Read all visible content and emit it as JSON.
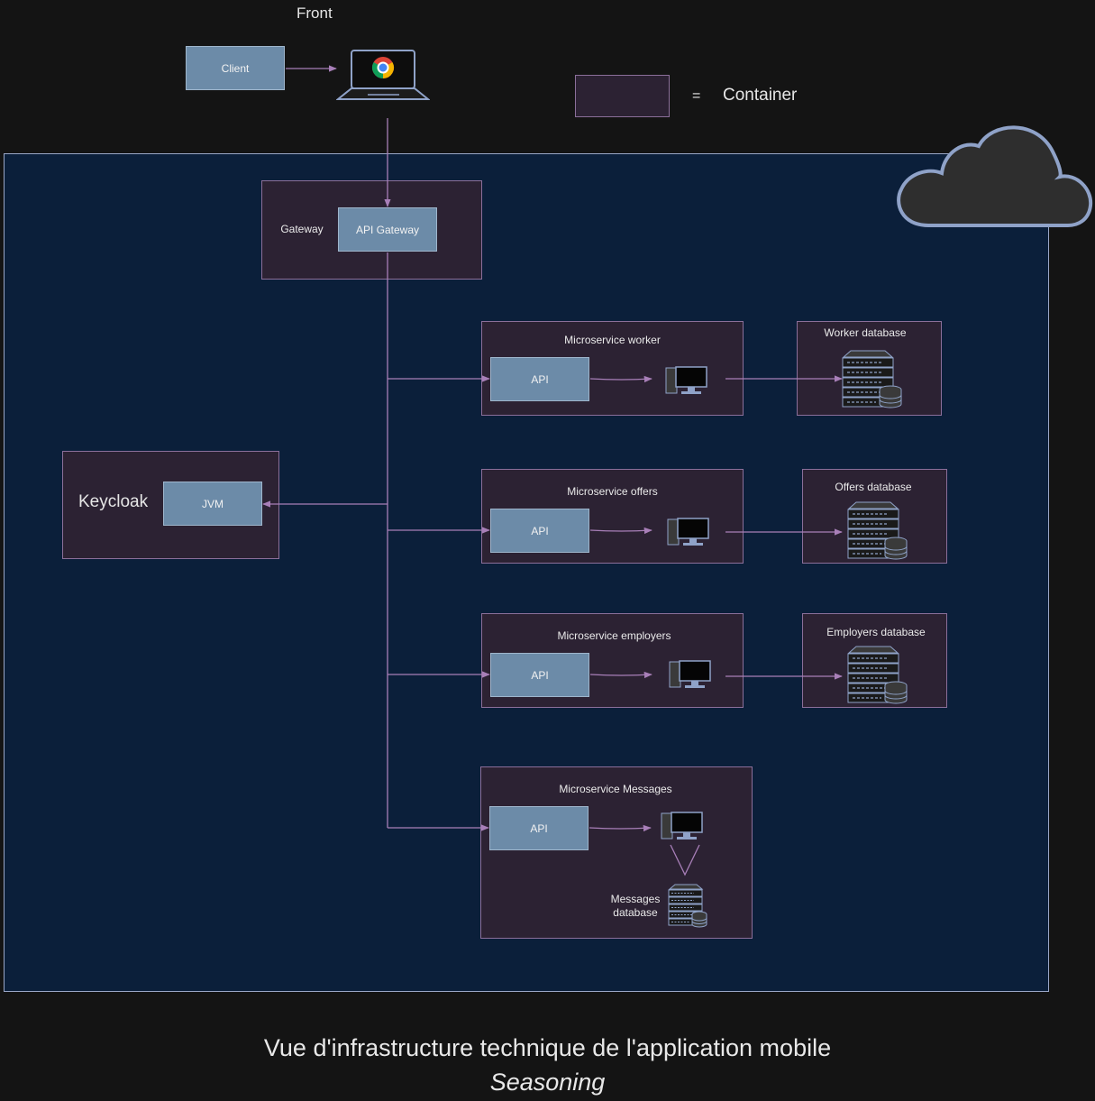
{
  "front": {
    "label": "Front",
    "client": "Client"
  },
  "legend": {
    "equals": "=",
    "label": "Container"
  },
  "gateway": {
    "container_label": "Gateway",
    "box": "API Gateway"
  },
  "keycloak": {
    "label": "Keycloak",
    "box": "JVM"
  },
  "services": [
    {
      "title": "Microservice worker",
      "api": "API",
      "db": "Worker database"
    },
    {
      "title": "Microservice offers",
      "api": "API",
      "db": "Offers database"
    },
    {
      "title": "Microservice employers",
      "api": "API",
      "db": "Employers database"
    },
    {
      "title": "Microservice Messages",
      "api": "API",
      "db_line1": "Messages",
      "db_line2": "database"
    }
  ],
  "caption": {
    "line1": "Vue d'infrastructure technique de l'application mobile",
    "line2": "Seasoning"
  },
  "colors": {
    "background": "#141414",
    "cloud_area": "#0b1f3a",
    "container": "#2c2233",
    "box": "#6c8ba8",
    "arrow": "#a87fb8"
  },
  "icons": [
    "chrome-laptop-icon",
    "cloud-icon",
    "desktop-computer-icon",
    "database-server-icon"
  ]
}
